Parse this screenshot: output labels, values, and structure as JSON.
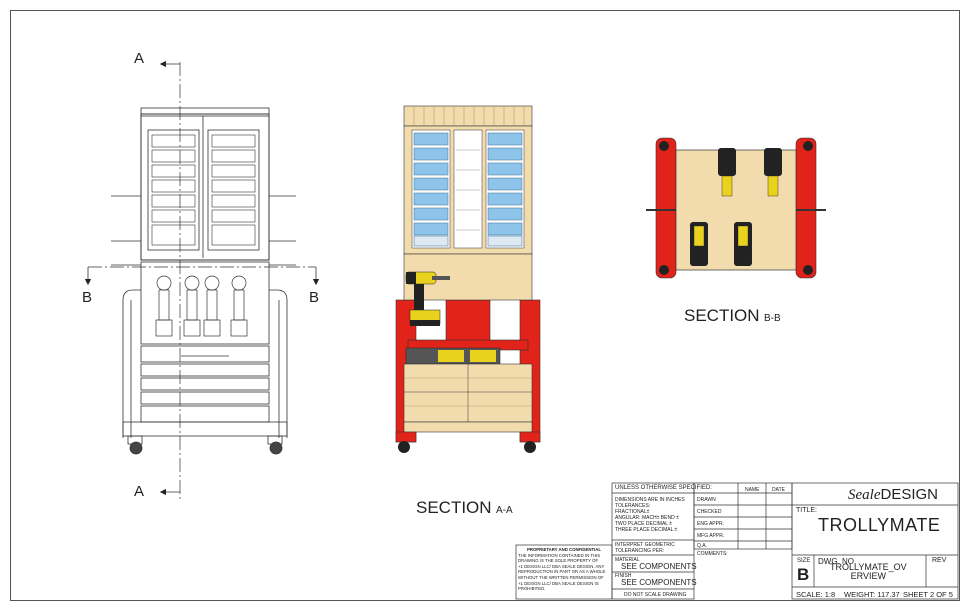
{
  "views": {
    "cut_letter_a": "A",
    "cut_letter_b": "B",
    "section_aa_main": "SECTION",
    "section_aa_sub": "A-A",
    "section_bb_main": "SECTION",
    "section_bb_sub": "B-B"
  },
  "colors": {
    "frame_red": "#e2231a",
    "wood": "#f2dcae",
    "bin_blue": "#8ec3ea",
    "tool_yellow": "#e8d21e",
    "tool_black": "#222222"
  },
  "tolerance_block": {
    "header": "UNLESS OTHERWISE SPECIFIED:",
    "dims_line1": "DIMENSIONS ARE IN INCHES",
    "dims_line2": "TOLERANCES:",
    "fractional": "FRACTIONAL±",
    "angular": "ANGULAR: MACH±     BEND ±",
    "two_place": "TWO PLACE DECIMAL    ±",
    "three_place": "THREE PLACE DECIMAL  ±",
    "geometric_1": "INTERPRET GEOMETRIC",
    "geometric_2": "TOLERANCING PER:",
    "material_label": "MATERIAL",
    "material_value": "SEE COMPONENTS",
    "finish_label": "FINISH",
    "finish_value": "SEE COMPONENTS",
    "no_scale": "DO NOT SCALE DRAWING"
  },
  "approval_block": {
    "col_name": "NAME",
    "col_date": "DATE",
    "drawn": "DRAWN",
    "checked": "CHECKED",
    "eng_appr": "ENG APPR.",
    "mfg_appr": "MFG APPR.",
    "qa": "Q.A.",
    "comments": "COMMENTS:"
  },
  "proprietary": {
    "title": "PROPRIETARY AND CONFIDENTIAL",
    "line1": "THE INFORMATION CONTAINED IN THIS",
    "line2": "DRAWING IS THE SOLE PROPERTY OF",
    "line3": "+1 DESIGN LLC/ DBA SEALE DESIGN. ANY",
    "line4": "REPRODUCTION IN PART OR AS A WHOLE",
    "line5": "WITHOUT THE WRITTEN PERMISSION OF",
    "line6": "+1 DESIGN LLC/ DBA SEALE DESIGN IS",
    "line7": "PROHIBITED."
  },
  "title_block": {
    "logo_italic": "Seale",
    "logo_caps": "DESIGN",
    "title_label": "TITLE:",
    "title_value": "TROLLYMATE",
    "size_label": "SIZE",
    "size_value": "B",
    "dwg_label": "DWG.  NO.",
    "dwg_value_1": "TROLLYMATE_OV",
    "dwg_value_2": "ERVIEW",
    "rev_label": "REV",
    "scale": "SCALE: 1:8",
    "weight": "WEIGHT: 117.37",
    "sheet": "SHEET 2 OF 5"
  }
}
